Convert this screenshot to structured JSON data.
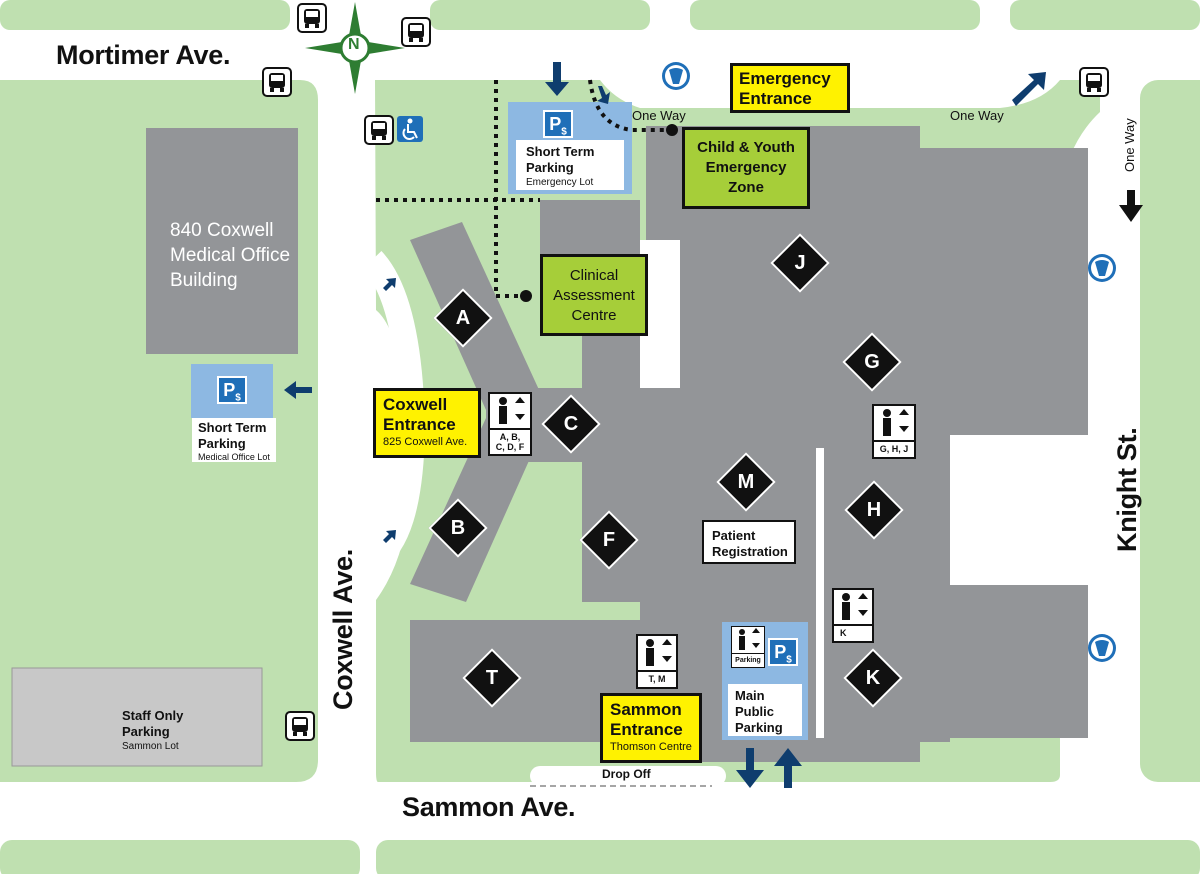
{
  "streets": {
    "mortimer": "Mortimer Ave.",
    "sammon": "Sammon Ave.",
    "coxwell": "Coxwell Ave.",
    "knight": "Knight St."
  },
  "buildings": {
    "medical_office": [
      "840 Coxwell",
      "Medical Office",
      "Building"
    ]
  },
  "zones": [
    "A",
    "B",
    "C",
    "F",
    "G",
    "H",
    "J",
    "K",
    "M",
    "T"
  ],
  "entrances": {
    "emergency": [
      "Emergency",
      "Entrance"
    ],
    "coxwell": {
      "title": [
        "Coxwell",
        "Entrance"
      ],
      "sub": "825 Coxwell Ave."
    },
    "sammon": {
      "title": [
        "Sammon",
        "Entrance"
      ],
      "sub": "Thomson Centre"
    }
  },
  "green_boxes": {
    "child_youth": [
      "Child & Youth",
      "Emergency",
      "Zone"
    ],
    "clinical": [
      "Clinical",
      "Assessment",
      "Centre"
    ]
  },
  "parking": {
    "short_term_emergency": {
      "title": [
        "Short Term",
        "Parking"
      ],
      "sub": "Emergency Lot"
    },
    "short_term_medical": {
      "title": [
        "Short Term",
        "Parking"
      ],
      "sub": "Medical Office Lot"
    },
    "staff_only": {
      "title": [
        "Staff Only",
        "Parking"
      ],
      "sub": "Sammon Lot"
    },
    "main_public": [
      "Main",
      "Public",
      "Parking"
    ],
    "elevator_parking_caption": "Parking"
  },
  "patient_registration": [
    "Patient",
    "Registration"
  ],
  "elevators": {
    "abcdf": [
      "A, B,",
      "C, D, F"
    ],
    "ghj": "G, H, J",
    "k": "K",
    "tm": "T, M"
  },
  "labels": {
    "one_way": "One Way",
    "drop_off": "Drop Off",
    "compass_n": "N",
    "p_symbol": "P",
    "dollar": "$"
  },
  "colors": {
    "road": "#ffffff",
    "grass": "#bfe0b0",
    "building": "#939598",
    "parking_blue": "#8db8e2",
    "badge_blue": "#1f6fb8",
    "yellow": "#fff200",
    "green_box": "#a6ce39",
    "arrow_navy": "#0f3d6e"
  },
  "icons": [
    "bus-icon",
    "accessible-icon",
    "compass-icon",
    "elevator-icon",
    "emergency-icon",
    "parking-icon",
    "arrow-icon"
  ]
}
